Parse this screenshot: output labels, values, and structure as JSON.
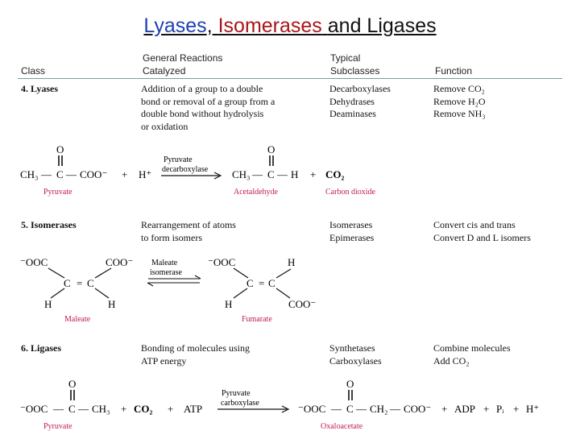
{
  "title": {
    "part1": "Lyases",
    "sep": ",",
    "part2": "Isomerases",
    "part3": "and Ligases"
  },
  "header": {
    "class": "Class",
    "reactions_line1": "General Reactions",
    "reactions_line2": "Catalyzed",
    "subclasses_line1": "Typical",
    "subclasses_line2": "Subclasses",
    "function": "Function"
  },
  "rows": [
    {
      "class": "4.  Lyases",
      "reaction": [
        "Addition of a group to a double",
        "bond or removal of a group from a",
        "double bond without hydrolysis",
        "or oxidation"
      ],
      "subclasses": [
        "Decarboxylases",
        "Dehydrases",
        "Deaminases"
      ],
      "functions": [
        "Remove CO₂",
        "Remove H₂O",
        "Remove NH₃"
      ]
    },
    {
      "class": "5. Isomerases",
      "reaction": [
        "Rearrangement of atoms",
        "to form isomers"
      ],
      "subclasses": [
        "Isomerases",
        "Epimerases"
      ],
      "functions": [
        "Convert cis and trans",
        "Convert D and L isomers"
      ]
    },
    {
      "class": "6. Ligases",
      "reaction": [
        "Bonding of molecules using",
        "ATP energy"
      ],
      "subclasses": [
        "Synthetases",
        "Carboxylases"
      ],
      "functions": [
        "Combine molecules",
        "Add CO₂"
      ]
    }
  ],
  "eq1": {
    "o1": "O",
    "ch3": "CH₃",
    "dash1": "—",
    "c1": "C",
    "dash2": "—",
    "coo": "COO⁻",
    "plus1": "+",
    "hplus": "H⁺",
    "enzyme1": "Pyruvate",
    "enzyme2": "decarboxylase",
    "o2": "O",
    "ch3b": "CH₃",
    "dash3": "—",
    "c2": "C",
    "dash4": "—",
    "h": "H",
    "plus2": "+",
    "co2": "CO₂",
    "label_pyruvate": "Pyruvate",
    "label_acetaldehyde": "Acetaldehyde",
    "label_co2": "Carbon dioxide"
  },
  "eq2": {
    "l_ooc": "⁻OOC",
    "l_coo": "COO⁻",
    "l_c1": "C",
    "l_eq": "=",
    "l_c2": "C",
    "l_h1": "H",
    "l_h2": "H",
    "enzyme1": "Maleate",
    "enzyme2": "isomerase",
    "r_ooc": "⁻OOC",
    "r_h": "H",
    "r_c1": "C",
    "r_eq": "=",
    "r_c2": "C",
    "r_h2": "H",
    "r_coo": "COO⁻",
    "label_maleate": "Maleate",
    "label_fumarate": "Fumarate"
  },
  "eq3": {
    "o1": "O",
    "ooc": "⁻OOC",
    "dash1": "—",
    "c1": "C",
    "dash2": "—",
    "ch3": "CH₃",
    "plus1": "+",
    "co2": "CO₂",
    "plus2": "+",
    "atp": "ATP",
    "enzyme1": "Pyruvate",
    "enzyme2": "carboxylase",
    "o2": "O",
    "ooc2": "⁻OOC",
    "dash3": "—",
    "c2": "C",
    "dash4": "—",
    "ch2": "CH₂",
    "dash5": "—",
    "coo": "COO⁻",
    "plus3": "+",
    "adp": "ADP",
    "plus4": "+",
    "pi": "Pᵢ",
    "plus5": "+",
    "hplus": "H⁺",
    "label_pyruvate": "Pyruvate",
    "label_oxaloacetate": "Oxaloacetate"
  }
}
